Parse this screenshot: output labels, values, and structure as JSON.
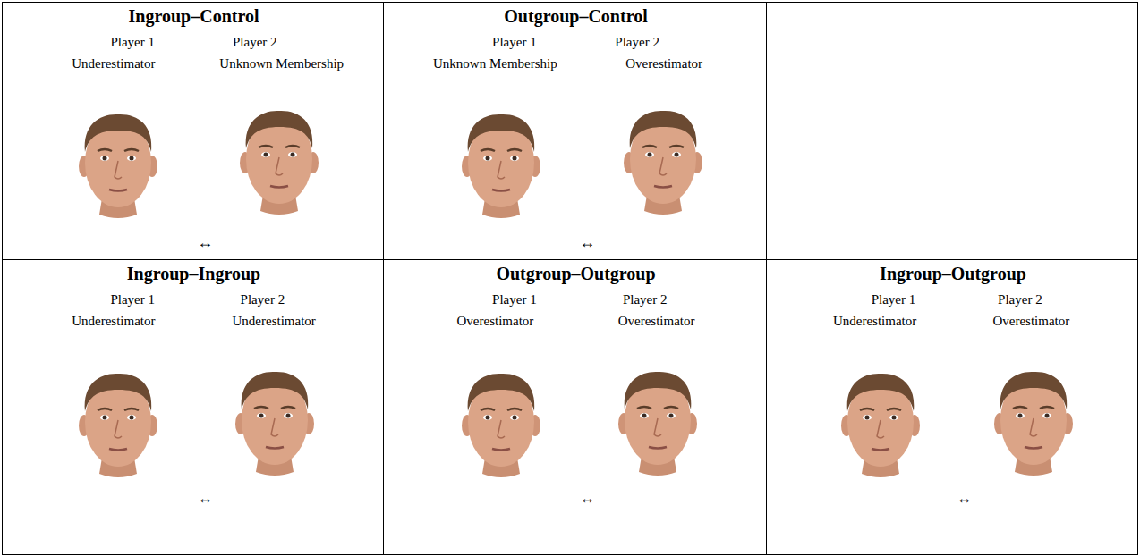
{
  "diagram": {
    "nodes": [
      {
        "text": [
          "Ingroup–Control",
          "Player 1",
          "Player 2",
          "Underestimator",
          "Unknown Membership",
          "↔"
        ]
      },
      {
        "text": [
          "Outgroup–Control",
          "Player 1",
          "Player 2",
          "Unknown Membership",
          "Overestimator",
          "↔"
        ]
      },
      {
        "text": [
          "Ingroup–Ingroup",
          "Player 1",
          "Player 2",
          "Underestimator",
          "Underestimator",
          "↔"
        ]
      },
      {
        "text": [
          "Outgroup–Outgroup",
          "Player 1",
          "Player 2",
          "Overestimator",
          "Overestimator",
          "↔"
        ]
      },
      {
        "text": [
          "Ingroup–Outgroup",
          "Player 1",
          "Player 2",
          "Underestimator",
          "Overestimator",
          "↔"
        ]
      }
    ]
  }
}
